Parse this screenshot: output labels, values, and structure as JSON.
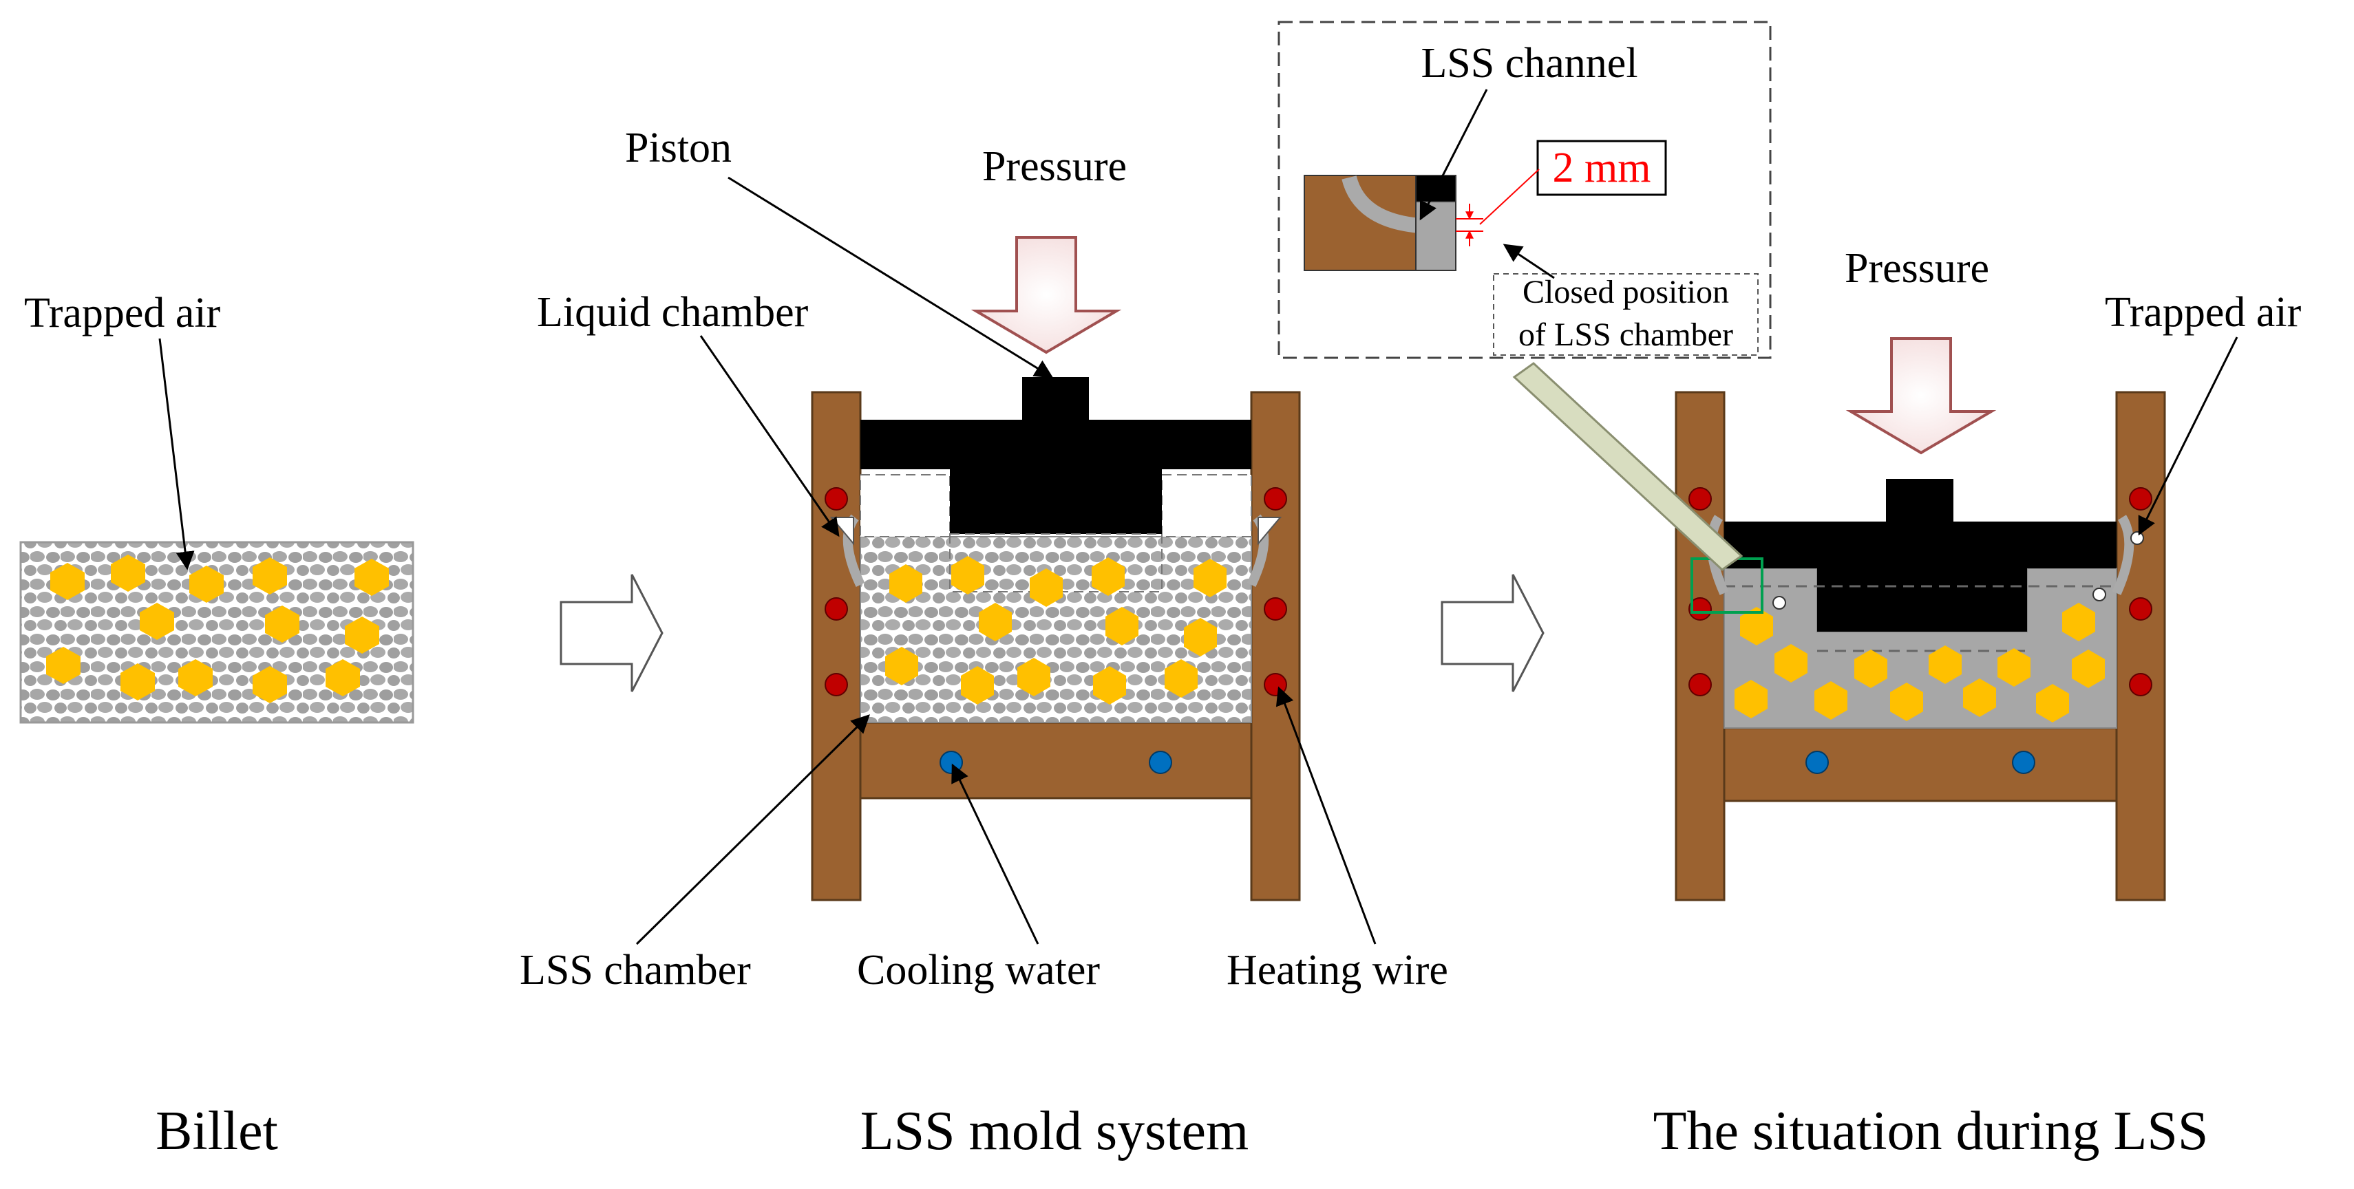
{
  "billet": {
    "trapped_air_label": "Trapped air",
    "caption": "Billet"
  },
  "mold_system": {
    "piston_label": "Piston",
    "pressure_label": "Pressure",
    "liquid_chamber_label": "Liquid chamber",
    "lss_chamber_label": "LSS chamber",
    "cooling_water_label": "Cooling water",
    "heating_wire_label": "Heating wire",
    "caption": "LSS mold system"
  },
  "inset": {
    "channel_label": "LSS channel",
    "dimension_label": "2 mm",
    "closed_line1": "Closed position",
    "closed_line2": "of LSS chamber"
  },
  "during_lss": {
    "pressure_label": "Pressure",
    "trapped_air_label": "Trapped air",
    "caption": "The situation during LSS"
  },
  "colors": {
    "mold_wood": "#9B6230",
    "piston": "#000000",
    "powder_gray": "#A7A7A7",
    "particle_yellow": "#FFC000",
    "heating_wire": "#C00000",
    "cooling_water": "#0070C0",
    "dimension_red": "#FF0000",
    "pressure_arrow": "#C08080",
    "connector": "#D8DDC0",
    "highlight_box": "#00A050"
  }
}
